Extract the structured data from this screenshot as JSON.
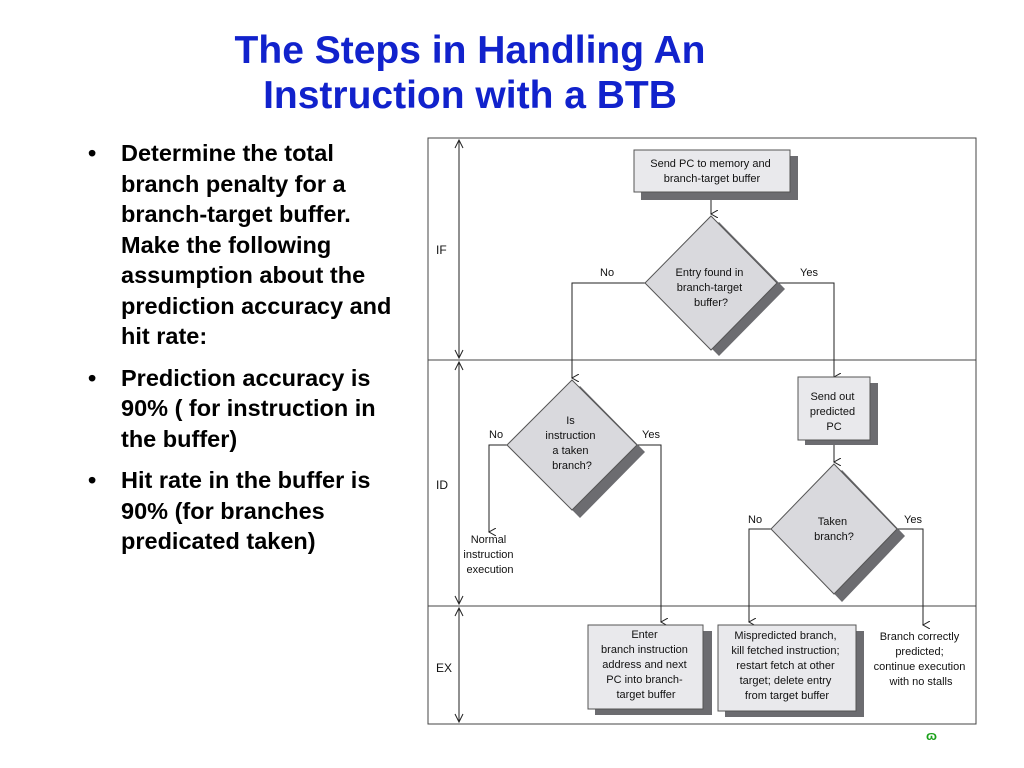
{
  "title": {
    "line1": "The Steps in Handling  An",
    "line2": "Instruction with a BTB"
  },
  "bullets": [
    {
      "marker": "•",
      "text": "Determine the total branch penalty for a branch-target buffer. Make the following assumption about the prediction accuracy and hit rate:"
    },
    {
      "marker": "•",
      "text": "Prediction accuracy is 90% ( for instruction in the buffer)"
    },
    {
      "marker": "•",
      "text": "Hit rate in the buffer is 90% (for branches predicated taken)"
    }
  ],
  "diagram": {
    "stages": {
      "if": "IF",
      "id": "ID",
      "ex": "EX"
    },
    "nodes": {
      "send_pc": [
        "Send PC to memory and",
        "branch-target buffer"
      ],
      "entry_found": [
        "Entry found in",
        "branch-target",
        "buffer?"
      ],
      "is_taken": [
        "Is",
        "instruction",
        "a taken",
        "branch?"
      ],
      "send_out": [
        "Send out",
        "predicted",
        "PC"
      ],
      "taken_branch": [
        "Taken",
        "branch?"
      ],
      "normal_exec": [
        "Normal",
        "instruction",
        "execution"
      ],
      "enter_branch": [
        "Enter",
        "branch instruction",
        "address and next",
        "PC into branch-",
        "target buffer"
      ],
      "mispredicted": [
        "Mispredicted branch,",
        "kill fetched instruction;",
        "restart fetch at other",
        "target; delete entry",
        "from target buffer"
      ],
      "correct": [
        "Branch correctly",
        "predicted;",
        "continue execution",
        "with no stalls"
      ]
    },
    "edges": {
      "entry_no": "No",
      "entry_yes": "Yes",
      "taken_no": "No",
      "taken_yes": "Yes",
      "pred_no": "No",
      "pred_yes": "Yes"
    }
  },
  "corner_mark": "ɷ",
  "colors": {
    "title": "#1122cc",
    "corner_mark": "#18a018"
  }
}
